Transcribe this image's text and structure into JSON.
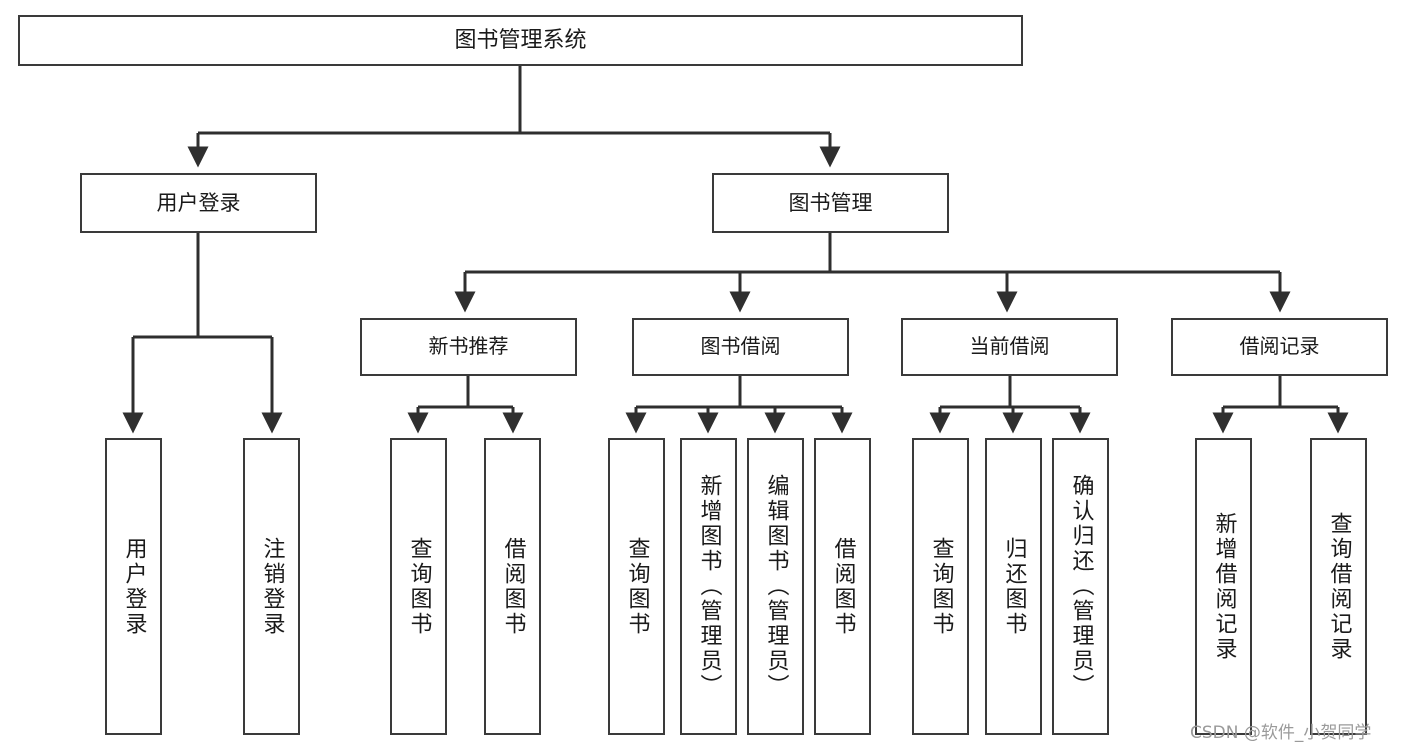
{
  "diagram": {
    "title": "图书管理系统",
    "type": "hierarchy-tree",
    "watermark": "CSDN @软件_小贺同学",
    "colors": {
      "box_border": "#3a3a3a",
      "box_fill": "#ffffff",
      "edge": "#2f2f2f",
      "text": "#1a1a1a",
      "watermark": "#9a9a9a",
      "background": "#ffffff"
    },
    "nodes": {
      "root": {
        "label": "图书管理系统"
      },
      "level1": [
        {
          "id": "user-login",
          "label": "用户登录"
        },
        {
          "id": "book-manage",
          "label": "图书管理"
        }
      ],
      "level2": [
        {
          "id": "new-book-recommend",
          "label": "新书推荐"
        },
        {
          "id": "book-borrow",
          "label": "图书借阅"
        },
        {
          "id": "current-borrow",
          "label": "当前借阅"
        },
        {
          "id": "borrow-record",
          "label": "借阅记录"
        }
      ],
      "leaves": [
        {
          "id": "leaf-user-login",
          "label": "用户登录"
        },
        {
          "id": "leaf-logout",
          "label": "注销登录"
        },
        {
          "id": "leaf-query-book-1",
          "label": "查询图书"
        },
        {
          "id": "leaf-borrow-book-1",
          "label": "借阅图书"
        },
        {
          "id": "leaf-query-book-2",
          "label": "查询图书"
        },
        {
          "id": "leaf-add-book",
          "label": "新增图书（管理员）"
        },
        {
          "id": "leaf-edit-book",
          "label": "编辑图书（管理员）"
        },
        {
          "id": "leaf-borrow-book-2",
          "label": "借阅图书"
        },
        {
          "id": "leaf-query-book-3",
          "label": "查询图书"
        },
        {
          "id": "leaf-return-book",
          "label": "归还图书"
        },
        {
          "id": "leaf-confirm-return",
          "label": "确认归还（管理员）"
        },
        {
          "id": "leaf-add-record",
          "label": "新增借阅记录"
        },
        {
          "id": "leaf-query-record",
          "label": "查询借阅记录"
        }
      ]
    },
    "edges": [
      {
        "from": "图书管理系统",
        "to": "用户登录"
      },
      {
        "from": "图书管理系统",
        "to": "图书管理"
      },
      {
        "from": "用户登录",
        "to": "用户登录"
      },
      {
        "from": "用户登录",
        "to": "注销登录"
      },
      {
        "from": "图书管理",
        "to": "新书推荐"
      },
      {
        "from": "图书管理",
        "to": "图书借阅"
      },
      {
        "from": "图书管理",
        "to": "当前借阅"
      },
      {
        "from": "图书管理",
        "to": "借阅记录"
      },
      {
        "from": "新书推荐",
        "to": "查询图书"
      },
      {
        "from": "新书推荐",
        "to": "借阅图书"
      },
      {
        "from": "图书借阅",
        "to": "查询图书"
      },
      {
        "from": "图书借阅",
        "to": "新增图书（管理员）"
      },
      {
        "from": "图书借阅",
        "to": "编辑图书（管理员）"
      },
      {
        "from": "图书借阅",
        "to": "借阅图书"
      },
      {
        "from": "当前借阅",
        "to": "查询图书"
      },
      {
        "from": "当前借阅",
        "to": "归还图书"
      },
      {
        "from": "当前借阅",
        "to": "确认归还（管理员）"
      },
      {
        "from": "借阅记录",
        "to": "新增借阅记录"
      },
      {
        "from": "借阅记录",
        "to": "查询借阅记录"
      }
    ]
  }
}
